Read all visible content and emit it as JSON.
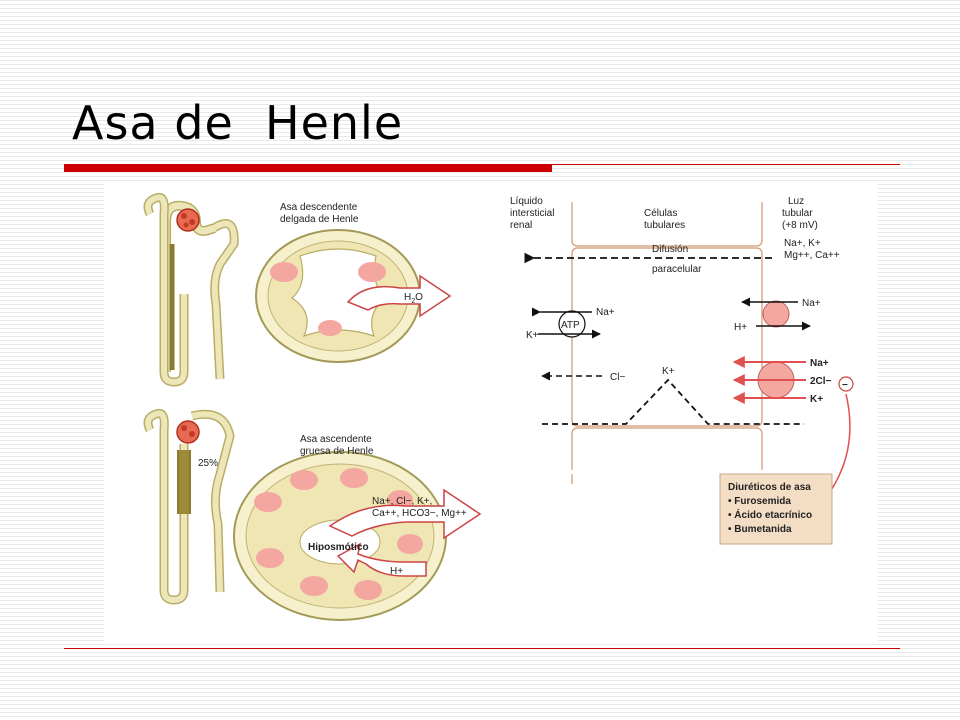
{
  "slide": {
    "title": "Asa de  Henle"
  },
  "left_top": {
    "label": [
      "Asa descendente",
      "delgada de Henle"
    ],
    "arrow": "H2O"
  },
  "left_bottom": {
    "label": [
      "Asa ascendente",
      "gruesa de Henle"
    ],
    "percent": "25%",
    "arrow_out": [
      "Na+, Cl−, K+,",
      "Ca++, HCO3−, Mg++"
    ],
    "center": "Hiposmótico",
    "arrow_in": "H+"
  },
  "right": {
    "interstitial": [
      "Líquido",
      "intersticial",
      "renal"
    ],
    "cells": [
      "Células",
      "tubulares"
    ],
    "lumen": [
      "Luz",
      "tubular",
      "(+8 mV)"
    ],
    "lumen_ions": [
      "Na+, K+",
      "Mg++, Ca++"
    ],
    "diffusion": [
      "Difusión",
      "paracelular"
    ],
    "pump": {
      "atp": "ATP",
      "na": "Na+",
      "k": "K+"
    },
    "nhe": {
      "na": "Na+",
      "h": "H+"
    },
    "cl": "Cl−",
    "k_channel": "K+",
    "nkcc": {
      "na": "Na+",
      "cl": "2Cl−",
      "k": "K+"
    },
    "inhibit": "−",
    "diuretics": {
      "title": "Diuréticos de asa",
      "items": [
        "• Furosemida",
        "• Ácido etacrínico",
        "• Bumetanida"
      ]
    }
  },
  "colors": {
    "accent": "#cc0000",
    "tubule": "#e8e2ae",
    "cell": "#f4a6a0",
    "arrow": "#e05050"
  }
}
